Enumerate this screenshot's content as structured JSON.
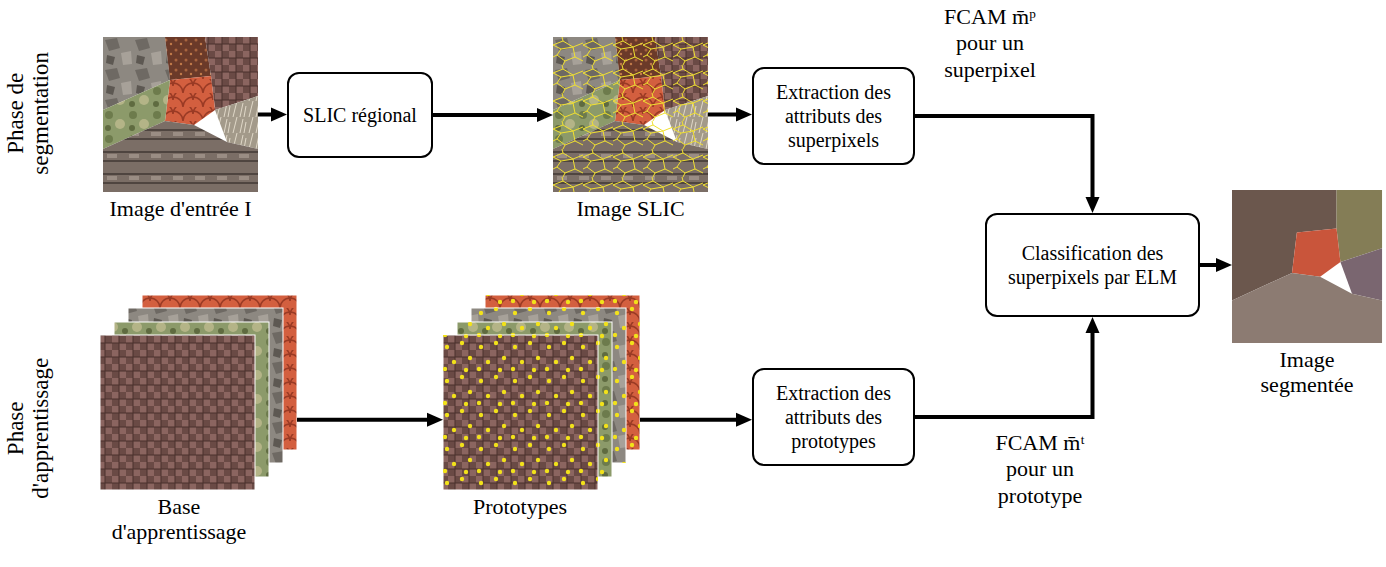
{
  "diagram": {
    "nodes": [
      {
        "text": [
          "Image d'entrée I"
        ]
      },
      {
        "text": [
          "SLIC régional"
        ]
      },
      {
        "text": [
          "Image SLIC"
        ]
      },
      {
        "text": [
          "Extraction des attributs des superpixels"
        ]
      },
      {
        "text": [
          "Classification des superpixels par ELM"
        ]
      },
      {
        "text": [
          "Image segmentée"
        ]
      },
      {
        "text": [
          "Base d'apprentissage"
        ]
      },
      {
        "text": [
          "Prototypes"
        ]
      },
      {
        "text": [
          "Extraction des attributs des prototypes"
        ]
      }
    ],
    "edges": [
      {
        "from": 0,
        "to": 1,
        "arrow": "to"
      },
      {
        "from": 1,
        "to": 2,
        "arrow": "to"
      },
      {
        "from": 2,
        "to": 3,
        "arrow": "to"
      },
      {
        "from": 3,
        "to": 4,
        "arrow": "to",
        "label": "FCAM m̄ᵖ pour un superpixel"
      },
      {
        "from": 4,
        "to": 5,
        "arrow": "to"
      },
      {
        "from": 6,
        "to": 7,
        "arrow": "to"
      },
      {
        "from": 7,
        "to": 8,
        "arrow": "to"
      },
      {
        "from": 8,
        "to": 4,
        "arrow": "to",
        "label": "FCAM m̄ᵗ pour un prototype"
      }
    ],
    "labels": [
      "Phase de segmentation",
      "Phase d'apprentissage"
    ]
  }
}
